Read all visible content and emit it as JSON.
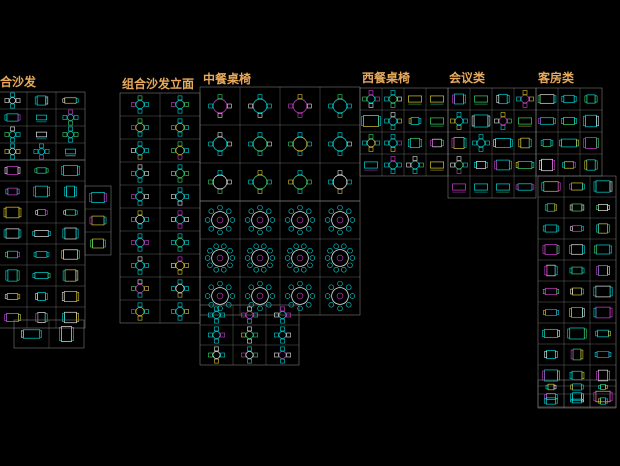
{
  "colors": {
    "background": "#000000",
    "label": "#e8a95c",
    "frame": "#7a7a7a",
    "cyan": "#00d8d8",
    "white": "#e6e6e6",
    "green": "#3fd46a",
    "magenta": "#d040d0",
    "yellow": "#d8c838"
  },
  "sections": [
    {
      "id": "combo-sofa",
      "label": "合沙发"
    },
    {
      "id": "combo-sofa-elevation",
      "label": "组合沙发立面"
    },
    {
      "id": "chinese-dining",
      "label": "中餐桌椅"
    },
    {
      "id": "western-dining",
      "label": "西餐桌椅"
    },
    {
      "id": "conference",
      "label": "会议类"
    },
    {
      "id": "guest-room",
      "label": "客房类"
    }
  ]
}
